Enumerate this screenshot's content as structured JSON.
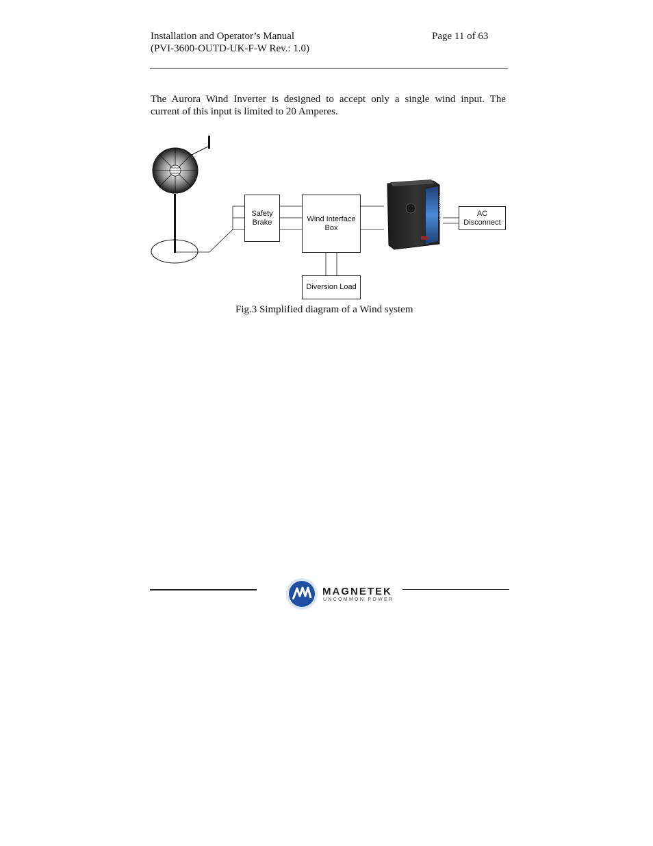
{
  "header": {
    "title_line1": "Installation and Operator’s Manual",
    "title_line2": "(PVI-3600-OUTD-UK-F-W  Rev.: 1.0)",
    "page": "Page 11 of 63"
  },
  "body": {
    "paragraph_line1": "The Aurora Wind Inverter is designed to accept only a single wind input.  The",
    "paragraph_line2": "current of this input is limited to 20 Amperes."
  },
  "diagram": {
    "boxes": {
      "safety_brake_line1": "Safety",
      "safety_brake_line2": "Brake",
      "wind_interface_line1": "Wind Interface",
      "wind_interface_line2": "Box",
      "ac_disconnect_line1": "AC",
      "ac_disconnect_line2": "Disconnect",
      "diversion_load": "Diversion Load"
    },
    "inverter_brand": "AURORA",
    "caption": "Fig.3 Simplified diagram of a Wind system"
  },
  "footer": {
    "logo_word": "MAGNETEK",
    "logo_tagline": "UNCOMMON POWER"
  },
  "colors": {
    "inverter_body": "#2a2a2a",
    "inverter_accent": "#3a78c8",
    "logo_blue": "#1f4fa0"
  }
}
